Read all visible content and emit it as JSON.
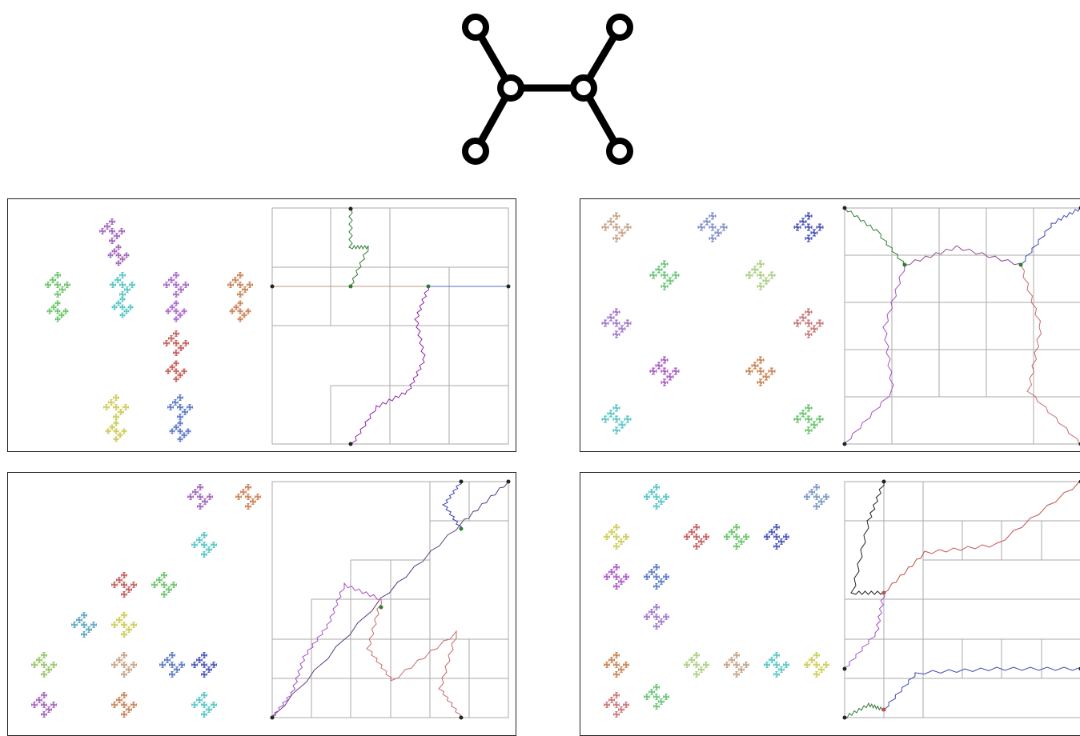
{
  "figure": {
    "header_graph": {
      "icon": "tree-graph-icon",
      "nodes": [
        "n1",
        "n2",
        "n3",
        "n4",
        "n5",
        "n6"
      ],
      "edges": [
        [
          "n1",
          "n2"
        ],
        [
          "n2",
          "n3"
        ],
        [
          "n3",
          "n4"
        ],
        [
          "n2",
          "n5"
        ],
        [
          "n3",
          "n6"
        ]
      ]
    },
    "panels": [
      {
        "id": "panel-1",
        "fractal": "cross-tree",
        "palette": [
          "#9b59b6",
          "#5dbf5d",
          "#48c0c0",
          "#a15ec7",
          "#c8784a",
          "#c0504d",
          "#c8c84b",
          "#4f6fc0"
        ]
      },
      {
        "id": "panel-2",
        "fractal": "sierpinski-carpet",
        "palette": [
          "#c09a7c",
          "#7b84c6",
          "#3c47b5",
          "#5ec06b",
          "#a6c979",
          "#9b6cc9",
          "#c56b6b",
          "#a54ec4",
          "#c47a46",
          "#4fc0c0",
          "#5cc05c"
        ]
      },
      {
        "id": "panel-3",
        "fractal": "diagonal-staircase",
        "palette": [
          "#9b59b6",
          "#c8784a",
          "#48c0c0",
          "#5dbf5d",
          "#c0504d",
          "#4f9ec0",
          "#c8c84b",
          "#8fbf5b",
          "#c09a7c",
          "#4f6fc0",
          "#3c47b5"
        ]
      },
      {
        "id": "panel-4",
        "fractal": "comb-tree",
        "palette": [
          "#48c0c0",
          "#c8c84b",
          "#a54ec4",
          "#4f6fc0",
          "#c0504d",
          "#5cc05c",
          "#3c47b5",
          "#6f8fc0",
          "#9b6cc9",
          "#c47a46",
          "#c56b6b",
          "#5ec06b",
          "#a6c979",
          "#c09a7c"
        ]
      }
    ]
  }
}
